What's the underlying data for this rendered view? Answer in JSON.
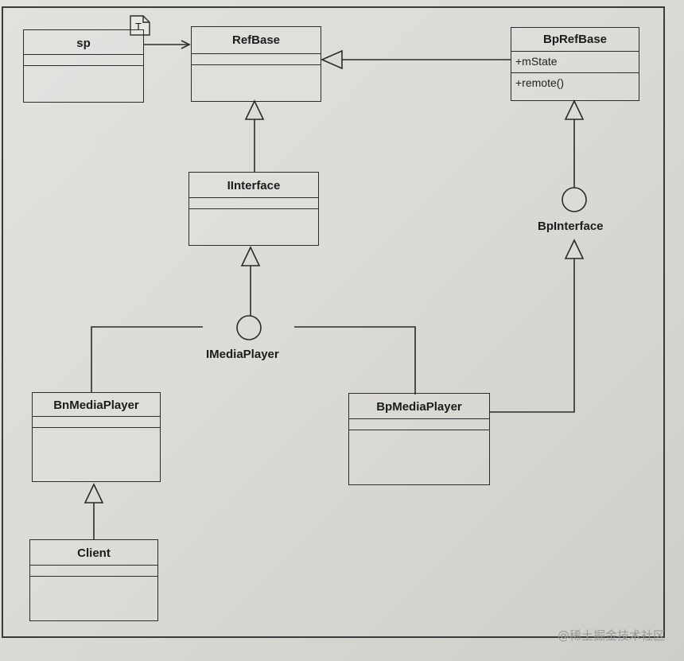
{
  "classes": {
    "sp": {
      "name": "sp"
    },
    "refbase": {
      "name": "RefBase"
    },
    "bprefbase": {
      "name": "BpRefBase",
      "attribute": "+mState",
      "method": "+remote()"
    },
    "iinterface": {
      "name": "IInterface"
    },
    "bnmediaplayer": {
      "name": "BnMediaPlayer"
    },
    "bpmediaplayer": {
      "name": "BpMediaPlayer"
    },
    "client": {
      "name": "Client"
    }
  },
  "interfaces": {
    "imediaplayer": "IMediaPlayer",
    "bpinterface": "BpInterface"
  },
  "template_param": "T",
  "watermark": "@稀土掘金技术社区"
}
